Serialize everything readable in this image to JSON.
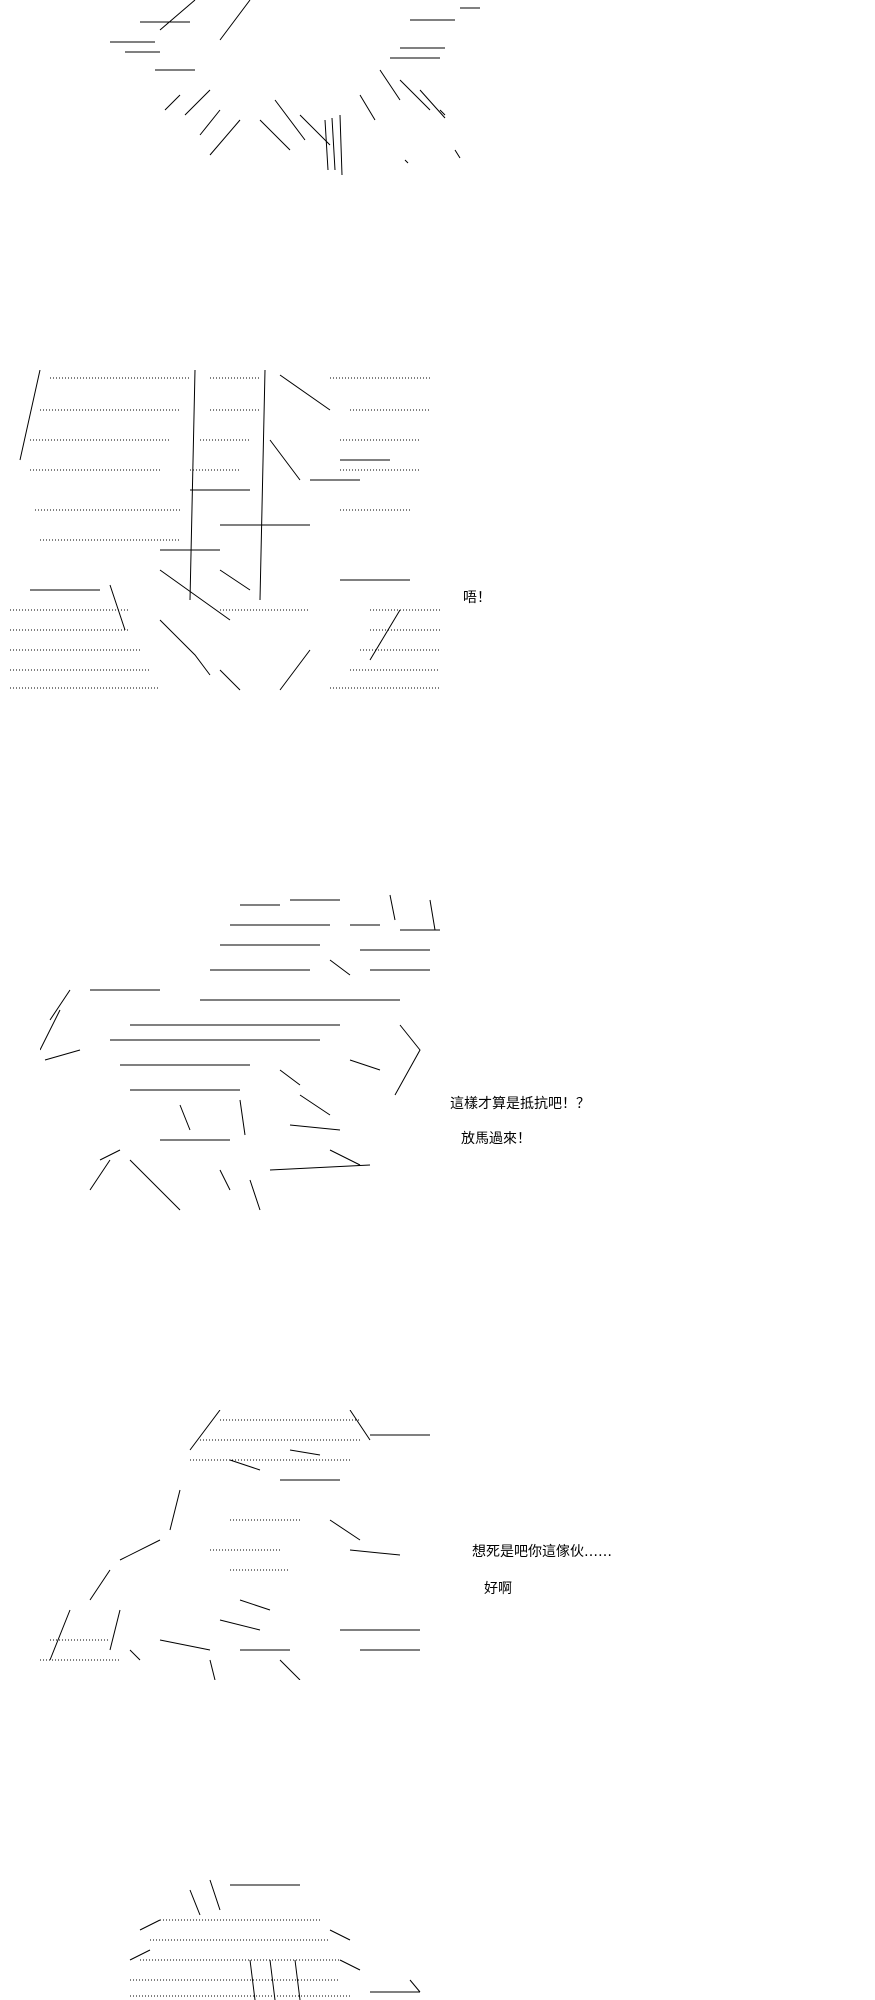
{
  "panels": [
    {
      "lines": []
    },
    {
      "lines": [
        "唔！"
      ]
    },
    {
      "lines": [
        "這樣才算是抵抗吧！？",
        "放馬過來！"
      ]
    },
    {
      "lines": [
        "想死是吧你這傢伙……",
        "好啊"
      ]
    },
    {
      "lines": []
    }
  ]
}
